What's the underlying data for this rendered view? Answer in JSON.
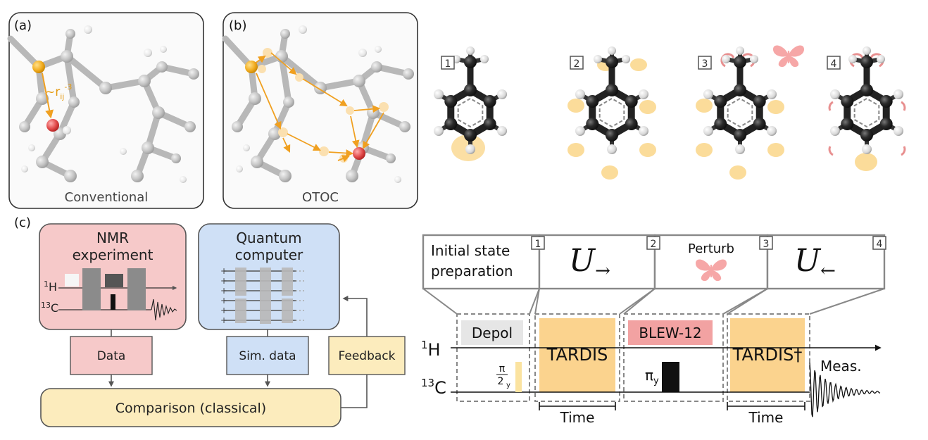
{
  "panel_a": {
    "letter": "(a)",
    "caption": "Conventional",
    "coupling_prefix": "~r",
    "coupling_sub": "ij",
    "coupling_sup": "-3"
  },
  "panel_b": {
    "letter": "(b)",
    "caption": "OTOC"
  },
  "molecules": {
    "steps": [
      "1",
      "2",
      "3",
      "4"
    ]
  },
  "panel_c": {
    "letter": "(c)",
    "nmr_title_line1": "NMR",
    "nmr_title_line2": "experiment",
    "nmr_1h": "1H",
    "nmr_13c": "13C",
    "qc_title_line1": "Quantum",
    "qc_title_line2": "computer",
    "data_label": "Data",
    "sim_data_label": "Sim. data",
    "feedback_label": "Feedback",
    "comparison_label": "Comparison (classical)"
  },
  "sequence": {
    "initial_state_line1": "Initial state",
    "initial_state_line2": "preparation",
    "u_forward": "U",
    "forward_arrow": "→",
    "perturb": "Perturb",
    "u_backward": "U",
    "backward_arrow": "←",
    "step_numbers": [
      "1",
      "2",
      "3",
      "4"
    ],
    "h_label": "H",
    "h_sup": "1",
    "c_label": "C",
    "c_sup": "13",
    "depol": "Depol",
    "tardis": "TARDIS",
    "blew": "BLEW-12",
    "tardis_dagger": "TARDIS†",
    "pi_half_num": "π",
    "pi_half_den": "2",
    "pi_half_sub": "y",
    "pi_y": "π",
    "pi_y_sub": "y",
    "meas": "Meas.",
    "time1": "Time",
    "time2": "Time"
  },
  "colors": {
    "nmr_fill": "#f6c9c9",
    "qc_fill": "#cfe0f6",
    "comparison_fill": "#fcecbd",
    "tardis_fill": "#fbd38e",
    "blew_fill": "#f2a2a2",
    "depol_fill": "#e6e6e6",
    "arrow_orange": "#f0a020",
    "butterfly": "#f6a7a7"
  }
}
